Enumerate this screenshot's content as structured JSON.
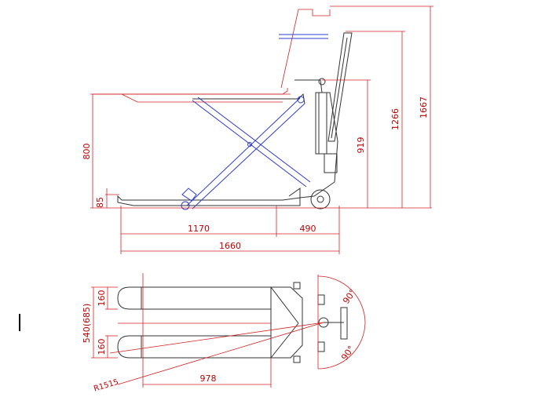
{
  "side_view": {
    "dim_height_low": "85",
    "dim_height_lift": "800",
    "dim_handle_pivot": "919",
    "dim_handle_top": "1266",
    "dim_overall_height": "1667",
    "dim_fork_length": "1170",
    "dim_body_length": "490",
    "dim_overall_length": "1660"
  },
  "top_view": {
    "dim_fork_width_top": "160",
    "dim_fork_width_bottom": "160",
    "dim_overall_width": "540(685)",
    "dim_radius": "R1515",
    "dim_inner_length": "978",
    "dim_angle_top": "90°",
    "dim_angle_bottom": "90°"
  },
  "colors": {
    "dimension": "#c00000",
    "outline": "#333333",
    "mechanism": "#2c3ccf"
  }
}
